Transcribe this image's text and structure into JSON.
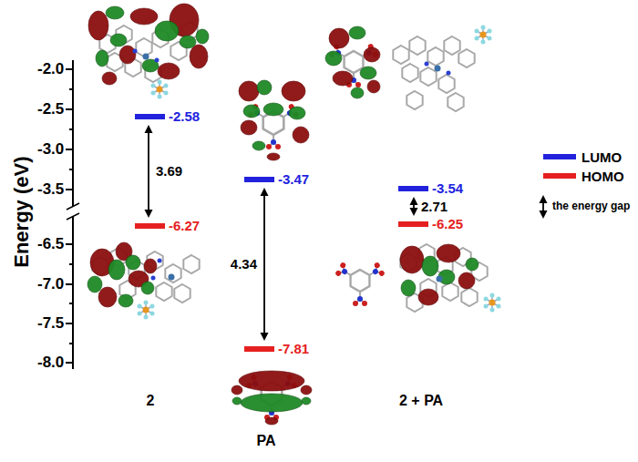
{
  "diagram": {
    "nodes": [
      {
        "text": [
          "-2.58"
        ]
      },
      {
        "text": [
          "-6.27"
        ]
      },
      {
        "text": [
          "-3.47"
        ]
      },
      {
        "text": [
          "-7.81"
        ]
      },
      {
        "text": [
          "-3.54"
        ]
      },
      {
        "text": [
          "-6.25"
        ]
      }
    ],
    "edges": [
      {
        "from": 0,
        "to": 1,
        "arrow": "both",
        "label": "3.69"
      },
      {
        "from": 2,
        "to": 3,
        "arrow": "both",
        "label": "4.34"
      },
      {
        "from": 4,
        "to": 5,
        "arrow": "both",
        "label": "2.71"
      }
    ],
    "labels": [
      "Energy (eV)",
      "-2.0",
      "-2.5",
      "-3.0",
      "-3.5",
      "-6.5",
      "-7.0",
      "-7.5",
      "-8.0",
      "2",
      "PA",
      "2 + PA"
    ],
    "legend": [
      {
        "text": "LUMO",
        "color": "#2222dd"
      },
      {
        "text": "HOMO",
        "color": "#e62020"
      },
      {
        "text": "the energy gap"
      }
    ]
  }
}
